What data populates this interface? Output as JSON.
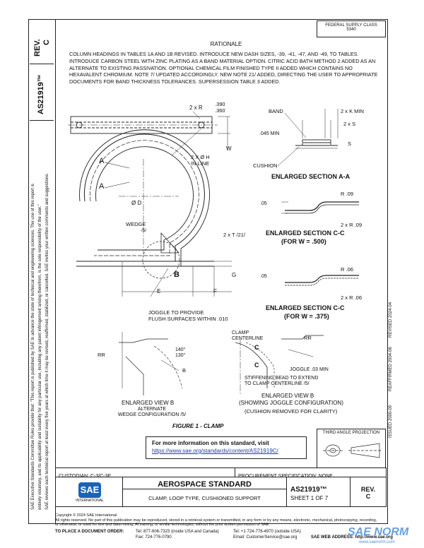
{
  "doc": {
    "id_vertical": "AS21919™",
    "rev_label": "REV.",
    "rev_value": "C",
    "fed_supply_class_1": "FEDERAL SUPPLY CLASS",
    "fed_supply_class_2": "5340",
    "rationale_title": "RATIONALE",
    "rationale_text": "COLUMN HEADINGS IN TABLES 1A AND 1B REVISED. INTRODUCE NEW DASH SIZES, -39, -41, -47, AND -49, TO TABLES. INTRODUCE CARBON STEEL WITH ZINC PLATING AS A BAND MATERIAL OPTION. CITRIC ACID BATH METHOD 2 ADDED AS AN ALTERNATE TO EXISTING PASSIVATION. OPTIONAL CHEMICAL FILM FINISHED TYPE II ADDED WHICH CONTAINS NO HEXAVALENT CHROMIUM. NOTE 7/ UPDATED ACCORDINGLY. NEW NOTE 21/ ADDED, DIRECTING THE USER TO APPROPRIATE DOCUMENTS FOR BAND THICKNESS TOLERANCES. SUPERSESSION TABLE 3 ADDED."
  },
  "left_notice": {
    "line1": "SAE Executive Standards Committee Rules provide that: \"This report is published by SAE to advance the state of technical and engineering sciences. The use of this report is",
    "line2": "entirely voluntary, and its applicability and suitability for any particular use, including any patent infringement arising therefrom, is the sole responsibility of the user.\"",
    "line3": "SAE reviews each technical report at least every five years at which time it may be revised, reaffirmed, stabilized, or cancelled. SAE invites your written comments and suggestions."
  },
  "figure": {
    "labels": {
      "r": "2 x R",
      "r_vals": ".390\n.360",
      "w": "W",
      "hole": "2 X Ø H\nIN LINE",
      "a1": "A",
      "a2": "A",
      "d": "Ø D",
      "wedge": "WEDGE",
      "wedge_note": "/5/",
      "t": "2 x T /21/",
      "g": "G",
      "b": "B",
      "e": "E",
      "f": "F",
      "joggle": "JOGGLE TO PROVIDE\nFLUSH SURFACES WITHIN .010",
      "band": "BAND",
      "kmin": "2 x K MIN",
      "s2": "2 x S",
      "min045": ".045 MIN",
      "s": "S",
      "cushion": "CUSHION",
      "sec_aa": "ENLARGED SECTION  A-A",
      "d05": ".05",
      "r09": "R .09",
      "r09b": "2 x R .09",
      "sec_cc1": "ENLARGED SECTION  C-C",
      "sec_cc1_w": "(FOR W = .500)",
      "d05b": ".05",
      "r06": "R .06",
      "r06b": "2 x R .06",
      "sec_cc2": "ENLARGED SECTION  C-C",
      "sec_cc2_w": "(FOR W = .375)",
      "clamp_cl": "CLAMP\nCENTERLINE",
      "rr1": "RR",
      "rr2": "RR",
      "c1": "C",
      "c2": "C",
      "joggle_min": "JOGGLE .03 MIN",
      "stiff": "STIFFENING BEAD TO EXTEND\nTO CLAMP CENTERLINE /5/",
      "view_b_alt": "ENLARGED VIEW B",
      "view_b_alt_sub": "ALTERNATE\nWEDGE CONFIGURATION /5/",
      "view_b": "ENLARGED VIEW B",
      "view_b_sub": "(SHOWING JOGGLE CONFIGURATION)",
      "view_b_sub2": "(CUSHION REMOVED FOR CLARITY)",
      "deg": "140°\n130°",
      "bb": "B",
      "title": "FIGURE 1 - CLAMP"
    }
  },
  "more_info": {
    "line": "For more information on this standard, visit",
    "url": "https://www.sae.org/standards/content/AS21919C/"
  },
  "third_angle": "THIRD ANGLE PROJECTION",
  "dates": {
    "issued": "ISSUED 2000-09",
    "reaffirmed": "REAFFIRMED 2004-06",
    "revised": "REVISED 2024-04"
  },
  "title_block": {
    "custodian": "CUSTODIAN: C-3/C-3E",
    "procurement": "PROCUREMENT SPECIFICATION: NONE",
    "std": "AEROSPACE STANDARD",
    "desc": "CLAMP, LOOP TYPE, CUSHIONED SUPPORT",
    "num": "AS21919™",
    "sheet": "SHEET 1 OF 7",
    "rev_label": "REV.",
    "rev_value": "C",
    "logo": "SAE",
    "logo_sub": "INTERNATIONAL"
  },
  "footer": {
    "copy": "Copyright © 2024 SAE International",
    "rights": "All rights reserved. No part of this publication may be reproduced, stored in a retrieval system or transmitted, in any form or by any means, electronic, mechanical, photocopying, recording,",
    "rights2": "or otherwise, or used for text and data mining, AI training, or similar technologies, without the prior written permission of SAE.",
    "order_label": "TO PLACE A DOCUMENT ORDER:",
    "tel": "Tel: 877-606-7323 (inside USA and Canada)",
    "tel2": "Tel: +1 724-776-4970 (outside USA)",
    "fax": "Fax: 724-776-0790",
    "email": "Email: CustomerService@sae.org",
    "web": "SAE WEB ADDRESS: http://www.sae.org",
    "watermark": "SAE NORM",
    "watermark_sub": "www.saenorm.com"
  }
}
